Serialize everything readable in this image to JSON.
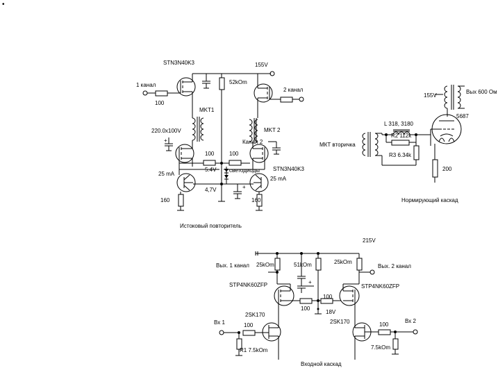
{
  "page": {
    "bullet": "•"
  },
  "follower": {
    "mosfet_top": "STN3N40K3",
    "mosfet_bottom": "STN3N40K3",
    "supply": "155V",
    "r_drain": "52kOm",
    "input1": "1 канал",
    "input2": "2 канал",
    "r_gate1": "100",
    "cap_label": "220.0x100V",
    "mkt1": "MKT1",
    "mkt2": "MKT 2",
    "kanal2": "Канал 2",
    "r_gate_left": "100",
    "r_gate_right": "100",
    "v_led": "5.4V",
    "leds": "светодиоды",
    "v_base": "4,7V",
    "i_left": "25 mA",
    "i_right": "25 mA",
    "r_emit_left": "160",
    "r_emit_right": "160",
    "caption": "Истоковый  повторитель"
  },
  "norm": {
    "supply": "155V",
    "out": "Вых 600 Ом",
    "tube": "5687",
    "inductor": "L 318, 3180",
    "r2": "R2 112k",
    "r3": "R3 6.34k",
    "source": "МКТ вторичка",
    "r_cathode": "200",
    "caption": "Нормирующий каскад"
  },
  "input_stage": {
    "supply": "215V",
    "out1": "Вых. 1 канал",
    "out2": "Вых. 2 канал",
    "r_load1": "25kOm",
    "r_mid": "51kOm",
    "r_load2": "25kOm",
    "mosfet_left": "STP4NK60ZFP",
    "mosfet_right": "STP4NK60ZFP",
    "r_g1": "100",
    "r_g2": "100",
    "v_mid": "18V",
    "jfet_left": "2SK170",
    "jfet_right": "2SK170",
    "in1": "Вх 1",
    "in2": "Вх 2",
    "r_in1": "100",
    "r_in2": "100",
    "r1": "R1 7.5kOm",
    "r_right": "7.5kOm",
    "caption": "Входной каскад"
  }
}
